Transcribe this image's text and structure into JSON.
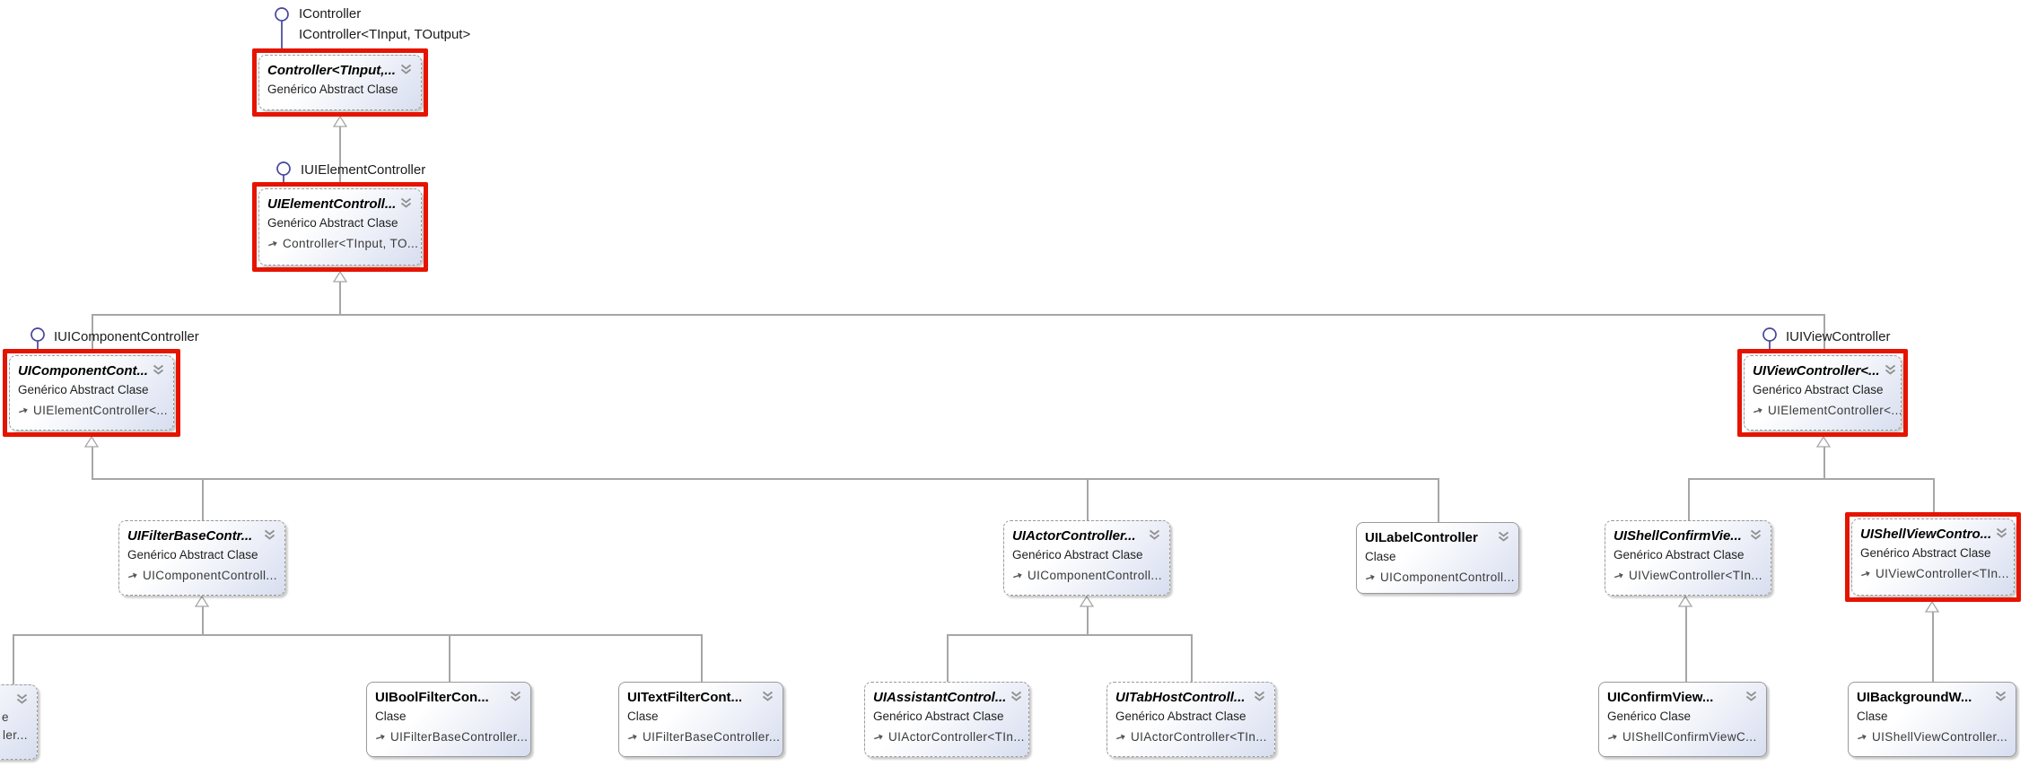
{
  "diagram": {
    "colors": {
      "highlight": "#e51400",
      "interface": "#45459c",
      "line": "#a6a6a6",
      "border": "#9a9a9a",
      "box_fill_start": "#ffffff",
      "box_fill_end": "#d8def0",
      "title_text": "#000000",
      "body_text": "#1f1f1f"
    },
    "interfaces": [
      {
        "name": "IController",
        "generic": "IController<TInput, TOutput>"
      },
      {
        "name": "IUIElementController"
      },
      {
        "name": "IUIComponentController"
      },
      {
        "name": "IUIViewController"
      }
    ],
    "classes": [
      {
        "title": "Controller<TInput,...",
        "kind": "Genérico Abstract Clase",
        "base": ""
      },
      {
        "title": "UIElementControll...",
        "kind": "Genérico Abstract Clase",
        "base": "Controller<TInput, TO..."
      },
      {
        "title": "UIComponentCont...",
        "kind": "Genérico Abstract Clase",
        "base": "UIElementController<..."
      },
      {
        "title": "UIViewController<...",
        "kind": "Genérico Abstract Clase",
        "base": "UIElementController<..."
      },
      {
        "title": "UIFilterBaseContr...",
        "kind": "Genérico Abstract Clase",
        "base": "UIComponentControll..."
      },
      {
        "title": "UIActorController...",
        "kind": "Genérico Abstract Clase",
        "base": "UIComponentControll..."
      },
      {
        "title": "UILabelController",
        "kind": "Clase",
        "base": "UIComponentControll..."
      },
      {
        "title": "UIShellConfirmVie...",
        "kind": "Genérico Abstract Clase",
        "base": "UIViewController<TIn..."
      },
      {
        "title": "UIShellViewContro...",
        "kind": "Genérico Abstract Clase",
        "base": "UIViewController<TIn..."
      },
      {
        "title": "UIBoolFilterCon...",
        "kind": "Clase",
        "base": "UIFilterBaseController..."
      },
      {
        "title": "UITextFilterCont...",
        "kind": "Clase",
        "base": "UIFilterBaseController..."
      },
      {
        "title": "UIAssistantControl...",
        "kind": "Genérico Abstract Clase",
        "base": "UIActorController<TIn..."
      },
      {
        "title": "UITabHostControll...",
        "kind": "Genérico Abstract Clase",
        "base": "UIActorController<TIn..."
      },
      {
        "title": "UIConfirmView...",
        "kind": "Genérico Clase",
        "base": "UIShellConfirmViewC..."
      },
      {
        "title": "UIBackgroundW...",
        "kind": "Clase",
        "base": "UIShellViewController..."
      }
    ],
    "partial": {
      "kind_fragment": "e",
      "base_fragment": "ler..."
    }
  }
}
